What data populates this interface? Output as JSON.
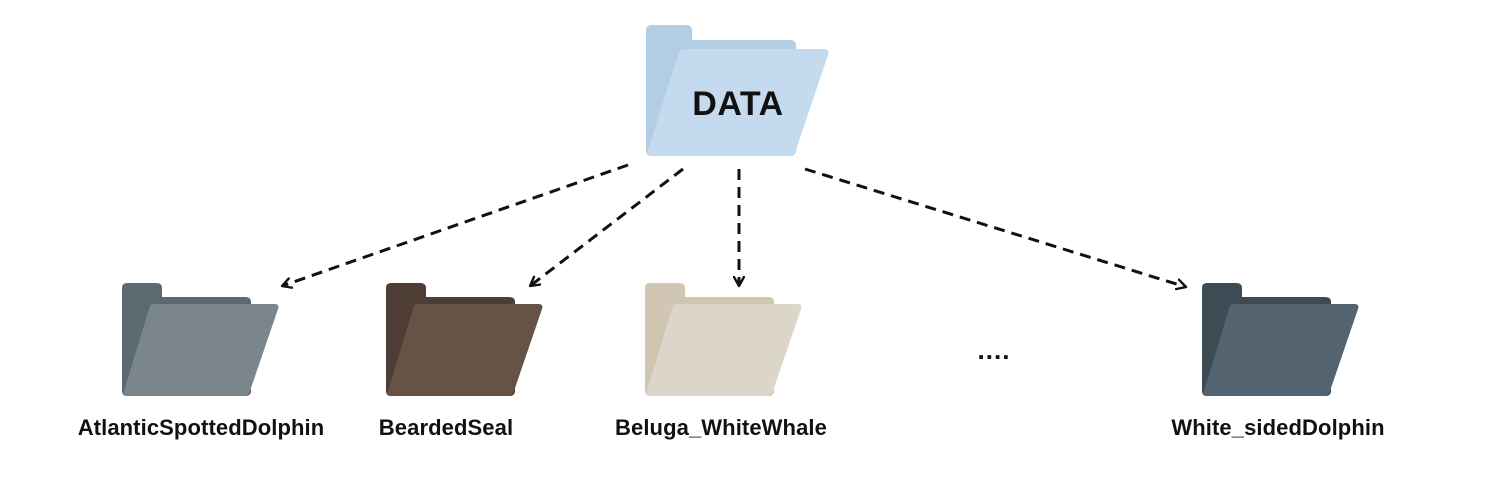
{
  "root": {
    "label": "DATA",
    "colors": {
      "back": "#b3cde3",
      "front": "#c3daef"
    }
  },
  "folders": [
    {
      "label": "AtlanticSpottedDolphin",
      "colors": {
        "back": "#5b6a71",
        "front": "#7b868c"
      }
    },
    {
      "label": "BeardedSeal",
      "colors": {
        "back": "#4e3d34",
        "front": "#665346"
      }
    },
    {
      "label": "Beluga_WhiteWhale",
      "colors": {
        "back": "#d1c5b3",
        "front": "#dcd5c9"
      }
    },
    {
      "label": "White_sidedDolphin",
      "colors": {
        "back": "#3d4b55",
        "front": "#536470"
      }
    }
  ],
  "ellipsis": "....",
  "edge_style": "dashed-arrow"
}
